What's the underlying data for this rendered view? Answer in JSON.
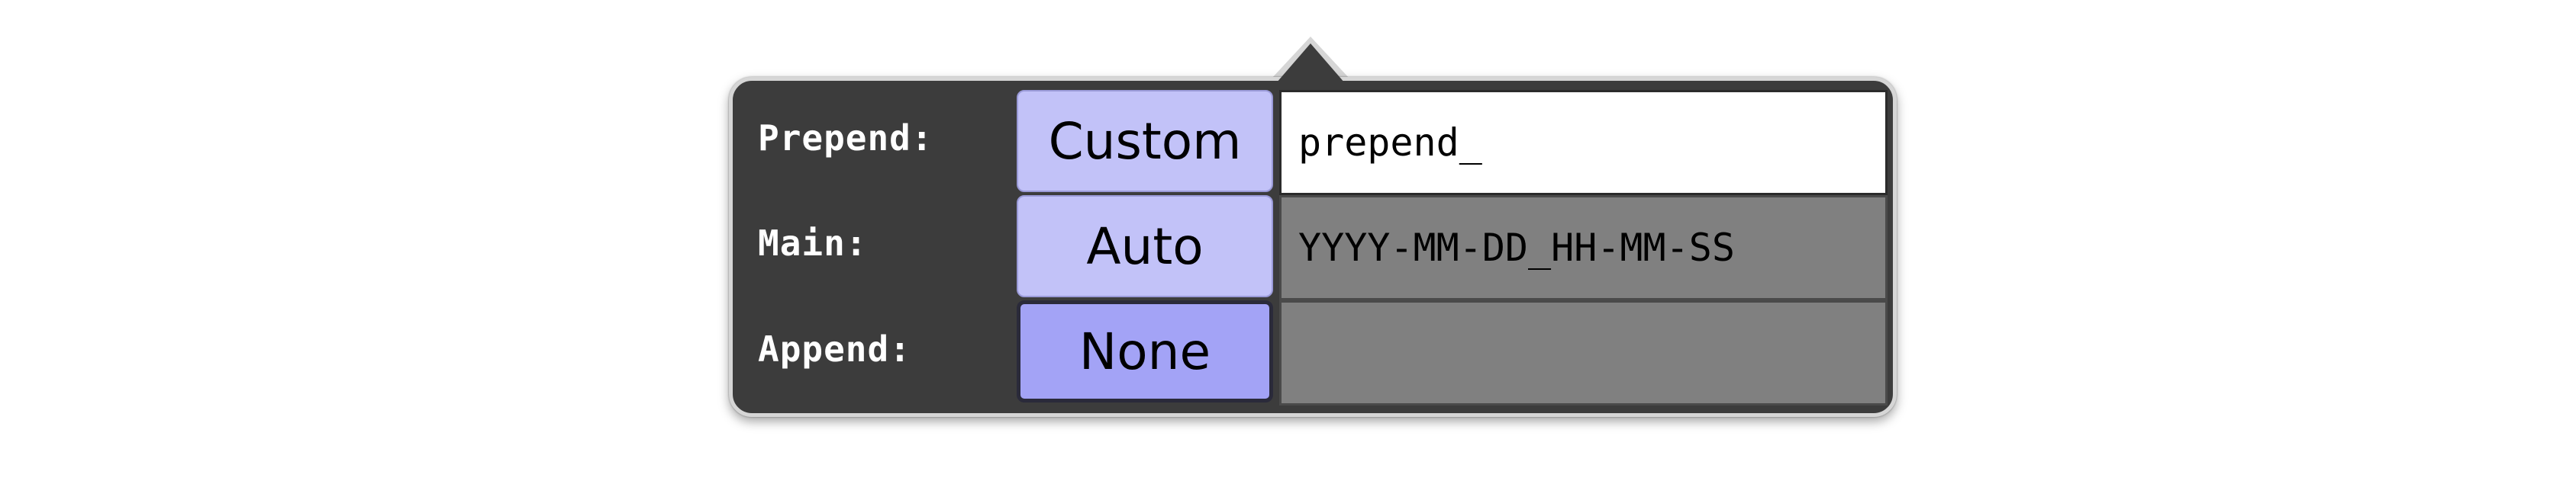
{
  "popover": {
    "rows": [
      {
        "label": "Prepend:",
        "mode": "Custom",
        "value": "prepend_",
        "editable": true
      },
      {
        "label": "Main:",
        "mode": "Auto",
        "value": "YYYY-MM-DD_HH-MM-SS",
        "editable": false
      },
      {
        "label": "Append:",
        "mode": "None",
        "value": "",
        "editable": false
      }
    ],
    "selected_mode_row": "append"
  },
  "colors": {
    "panel_background": "#3c3c3c",
    "button_unselected": "#c2c2f8",
    "button_selected": "#a3a3f6",
    "field_disabled": "#808080",
    "field_editable": "#ffffff"
  }
}
